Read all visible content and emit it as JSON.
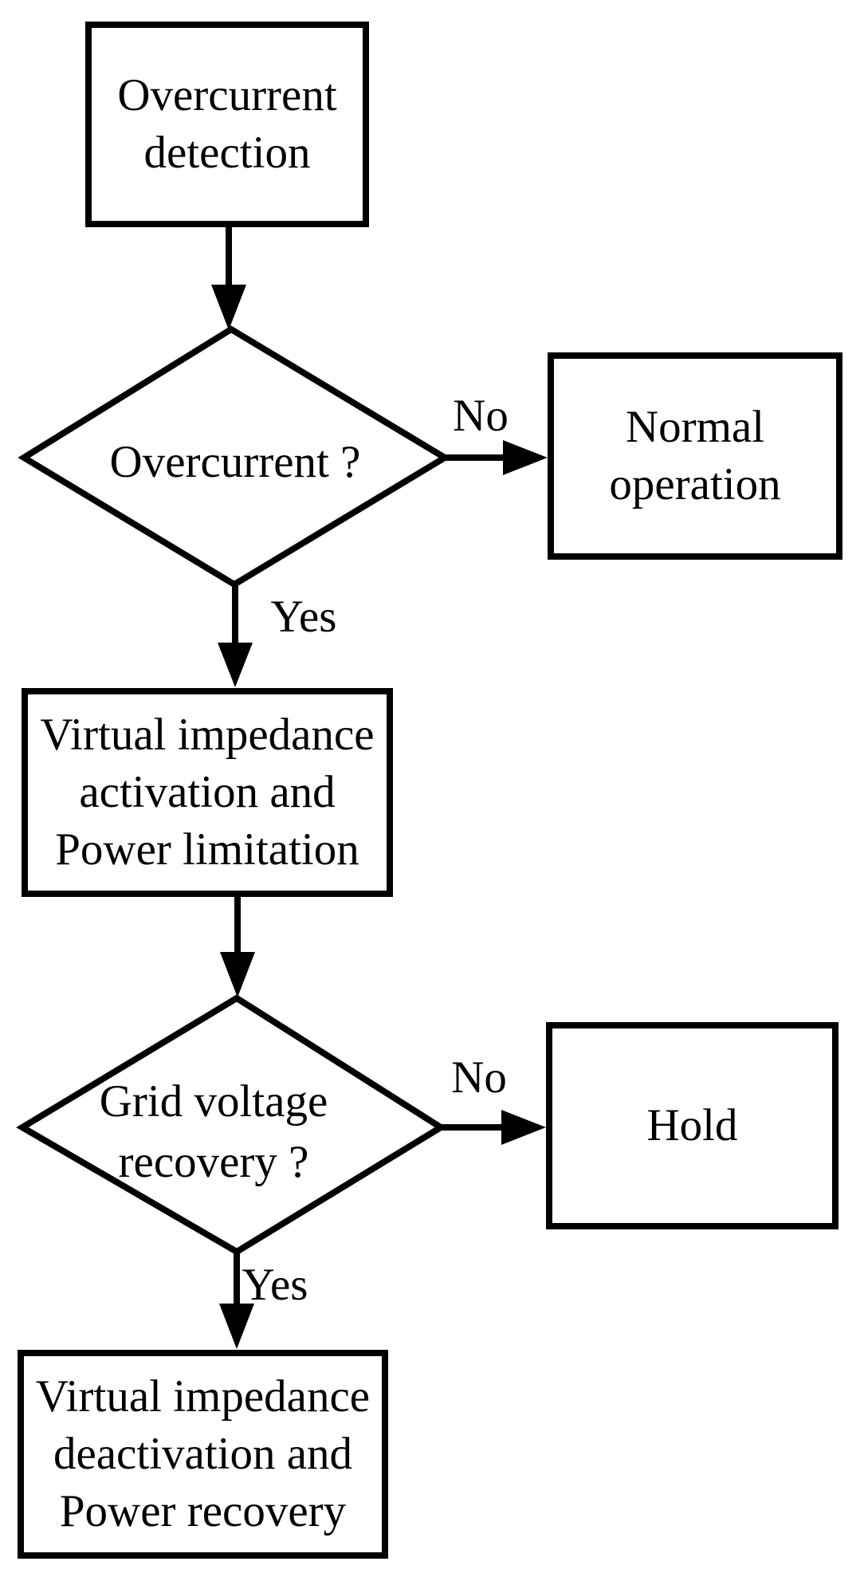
{
  "figure": {
    "background_color": "#ffffff",
    "line_color": "#000000",
    "text_color": "#000000"
  },
  "flowchart": {
    "nodes": {
      "start": {
        "shape": "rectangle",
        "lines": [
          "Overcurrent",
          "detection"
        ]
      },
      "decision_overcurrent": {
        "shape": "diamond",
        "lines": [
          "Overcurrent ?"
        ]
      },
      "normal_operation": {
        "shape": "rectangle",
        "lines": [
          "Normal",
          "operation"
        ]
      },
      "vi_activation": {
        "shape": "rectangle",
        "lines": [
          "Virtual impedance",
          "activation and",
          "Power limitation"
        ]
      },
      "decision_grid_voltage": {
        "shape": "diamond",
        "lines": [
          "Grid voltage",
          "recovery ?"
        ]
      },
      "hold": {
        "shape": "rectangle",
        "lines": [
          "Hold"
        ]
      },
      "vi_deactivation": {
        "shape": "rectangle",
        "lines": [
          "Virtual impedance",
          "deactivation and",
          "Power recovery"
        ]
      }
    },
    "edge_labels": {
      "overcurrent_no": "No",
      "overcurrent_yes": "Yes",
      "grid_voltage_no": "No",
      "grid_voltage_yes": "Yes"
    }
  }
}
